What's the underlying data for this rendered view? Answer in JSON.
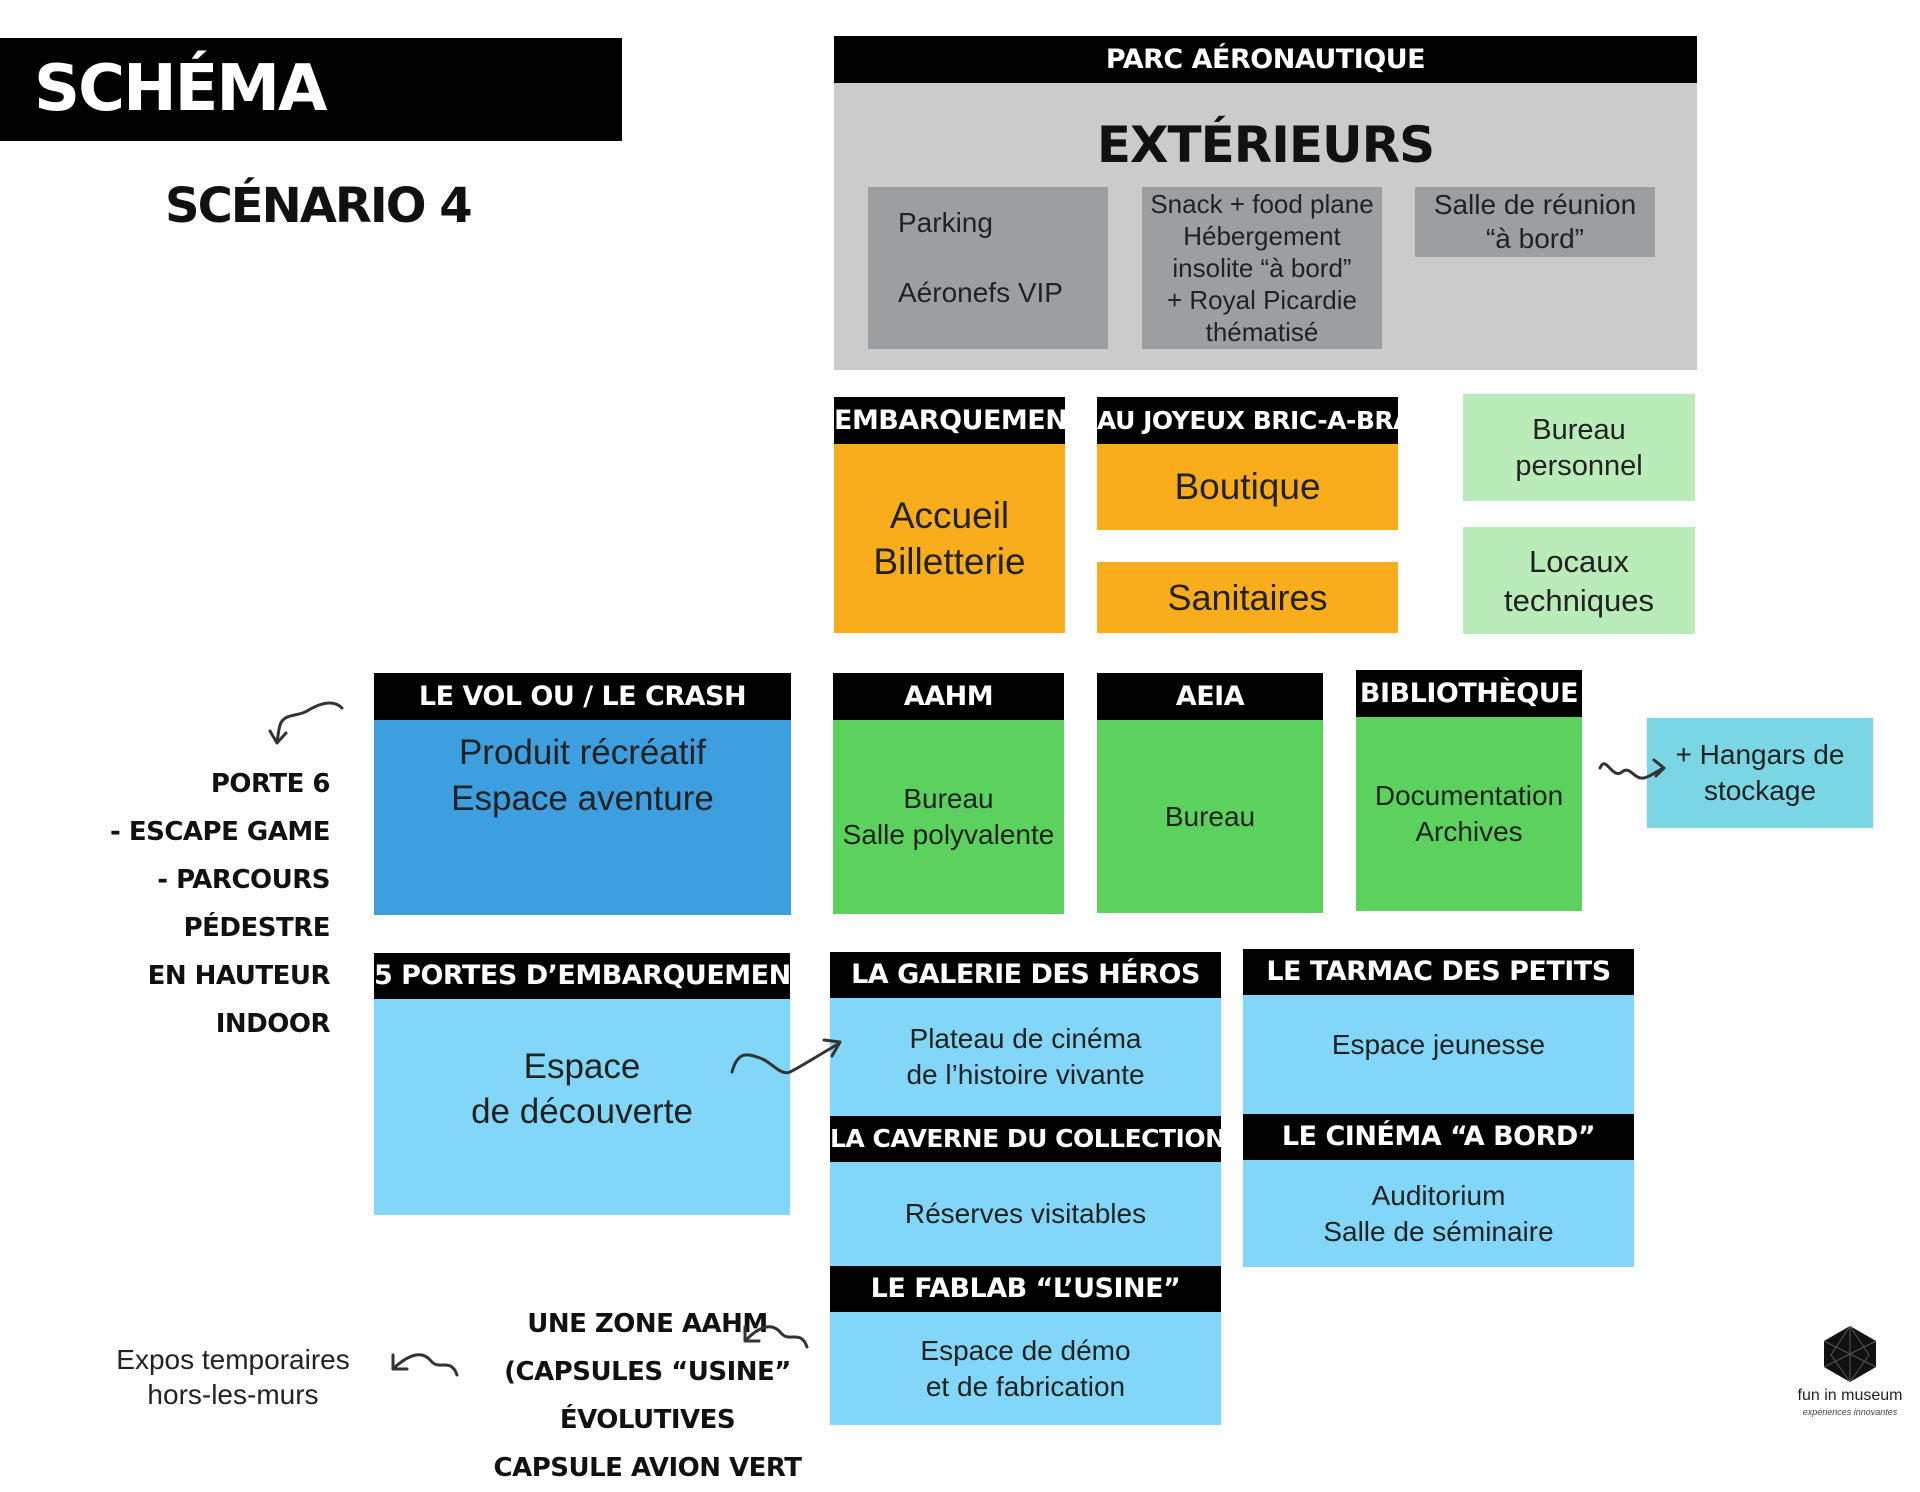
{
  "title": "SCHÉMA FONCTIONNEL",
  "subtitle": "SCÉNARIO 4",
  "colors": {
    "black": "#000000",
    "grey_zone": "#cbcbcb",
    "grey_box": "#9b9fa2",
    "orange": "#f9ad1b",
    "light_green": "#b9ecb9",
    "green": "#5bd25e",
    "blue": "#3d9ee0",
    "light_blue": "#82d6f8",
    "teal": "#7bd6e3"
  },
  "exterior": {
    "header": "PARC AÉRONAUTIQUE",
    "title": "EXTÉRIEURS",
    "box1": {
      "line1": "Parking",
      "line2": "Aéronefs VIP"
    },
    "box2": "Snack + food plane\nHébergement\ninsolite “à bord”\n+ Royal Picardie\nthématisé",
    "box3": "Salle de réunion\n“à bord”"
  },
  "embarquement": {
    "header": "EMBARQUEMENT",
    "body": "Accueil\nBilletterie"
  },
  "bric": {
    "header": "AU JOYEUX BRIC-A-BRAC",
    "body": "Boutique"
  },
  "sanitaires": "Sanitaires",
  "bureau_personnel": "Bureau\npersonnel",
  "locaux": "Locaux\ntechniques",
  "vol": {
    "header": "LE VOL OU / LE CRASH",
    "body": "Produit récréatif\nEspace aventure"
  },
  "aahm": {
    "header": "AAHM",
    "body": "Bureau\nSalle polyvalente"
  },
  "aeia": {
    "header": "AEIA",
    "body": "Bureau"
  },
  "biblio": {
    "header": "BIBLIOTHÈQUE",
    "body": "Documentation\nArchives"
  },
  "hangars": "+ Hangars de\nstockage",
  "portes": {
    "header": "5 PORTES D’EMBARQUEMENT",
    "body": "Espace\nde découverte"
  },
  "galerie": {
    "header": "LA GALERIE DES HÉROS",
    "body": "Plateau de cinéma\nde l’histoire vivante"
  },
  "tarmac": {
    "header": "LE TARMAC DES PETITS",
    "body": "Espace jeunesse"
  },
  "caverne": {
    "header": "LA CAVERNE DU COLLECTIONNEUR",
    "body": "Réserves visitables"
  },
  "cinema": {
    "header": "LE CINÉMA “A BORD”",
    "body": "Auditorium\nSalle de séminaire"
  },
  "fablab": {
    "header": "LE FABLAB “L’USINE”",
    "body": "Espace de démo\net de fabrication"
  },
  "note_porte": "PORTE 6\n- ESCAPE GAME\n- PARCOURS PÉDESTRE\nEN HAUTEUR INDOOR",
  "note_zone": "UNE ZONE AAHM\n(CAPSULES “USINE” ÉVOLUTIVES\nCAPSULE AVION VERT",
  "expos": "Expos temporaires\nhors-les-murs",
  "logo": {
    "name": "fun in museum",
    "tagline": "expériences innovantes",
    "icon": "polyhedron-icon"
  }
}
